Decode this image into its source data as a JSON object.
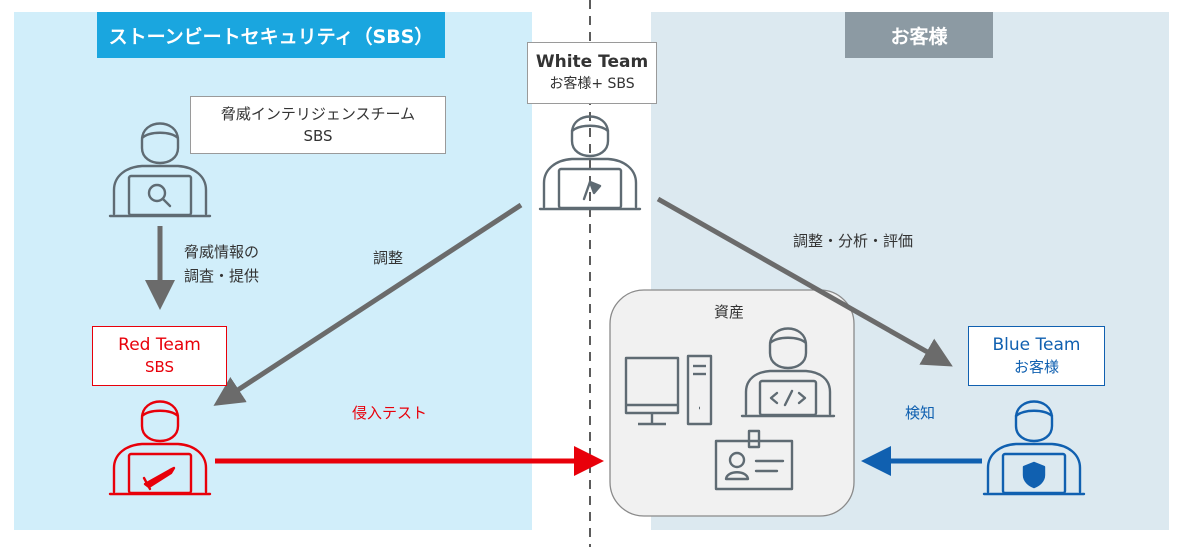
{
  "left_header": "ストーンビートセキュリティ（SBS）",
  "right_header": "お客様",
  "threat_intel": {
    "title": "脅威インテリジェンスチーム",
    "org": "SBS"
  },
  "white_team": {
    "title": "White Team",
    "org": "お客様+ SBS"
  },
  "red_team": {
    "title": "Red Team",
    "org": "SBS"
  },
  "blue_team": {
    "title": "Blue Team",
    "org": "お客様"
  },
  "assets_label": "資産",
  "edges": {
    "threat_to_red": {
      "line1": "脅威情報の",
      "line2": "調査・提供"
    },
    "white_to_red": "調整",
    "white_to_blue": "調整・分析・評価",
    "red_to_assets": "侵入テスト",
    "blue_to_assets": "検知"
  },
  "colors": {
    "left_bg": "#d1eefa",
    "right_bg": "#dce9f0",
    "left_header_bg": "#1aa6df",
    "right_header_bg": "#8c9aa3",
    "red": "#e8000a",
    "blue": "#1060b0",
    "gray_arrow": "#6b6b6b",
    "icon_gray": "#5f6b73"
  }
}
